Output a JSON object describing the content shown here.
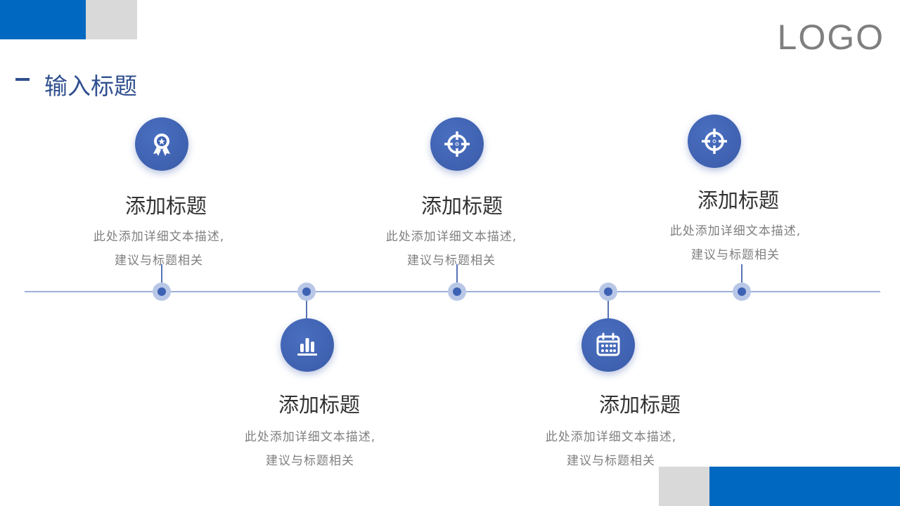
{
  "logo": "LOGO",
  "header": {
    "title": "输入标题"
  },
  "colors": {
    "accent_blue": "#0068c0",
    "accent_grey": "#d9d9d9",
    "icon_blue": "#3d62b4",
    "title_blue": "#2f4f8f"
  },
  "items": [
    {
      "icon": "award-ribbon-icon",
      "title": "添加标题",
      "desc_line1": "此处添加详细文本描述,",
      "desc_line2": "建议与标题相关",
      "position": "above"
    },
    {
      "icon": "bar-chart-icon",
      "title": "添加标题",
      "desc_line1": "此处添加详细文本描述,",
      "desc_line2": "建议与标题相关",
      "position": "below"
    },
    {
      "icon": "target-crosshair-icon",
      "title": "添加标题",
      "desc_line1": "此处添加详细文本描述,",
      "desc_line2": "建议与标题相关",
      "position": "above"
    },
    {
      "icon": "calendar-icon",
      "title": "添加标题",
      "desc_line1": "此处添加详细文本描述,",
      "desc_line2": "建议与标题相关",
      "position": "below"
    },
    {
      "icon": "target-crosshair-icon",
      "title": "添加标题",
      "desc_line1": "此处添加详细文本描述,",
      "desc_line2": "建议与标题相关",
      "position": "above"
    }
  ]
}
